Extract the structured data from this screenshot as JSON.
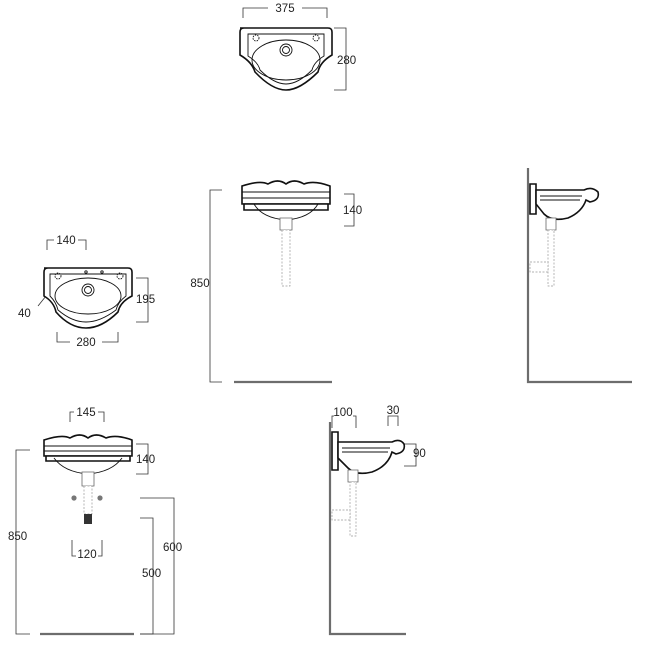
{
  "dimensions": {
    "top_width": "375",
    "top_depth": "280",
    "front_height": "140",
    "front_total_height": "850",
    "small_bowl": "140",
    "small_depth": "195",
    "small_offset": "40",
    "small_width": "280",
    "lower_bowl": "145",
    "lower_height": "140",
    "lower_total_height": "850",
    "bracket_spacing": "120",
    "drain_height": "500",
    "bracket_height": "600",
    "side_projection": "100",
    "side_rim": "30",
    "side_height": "90"
  }
}
